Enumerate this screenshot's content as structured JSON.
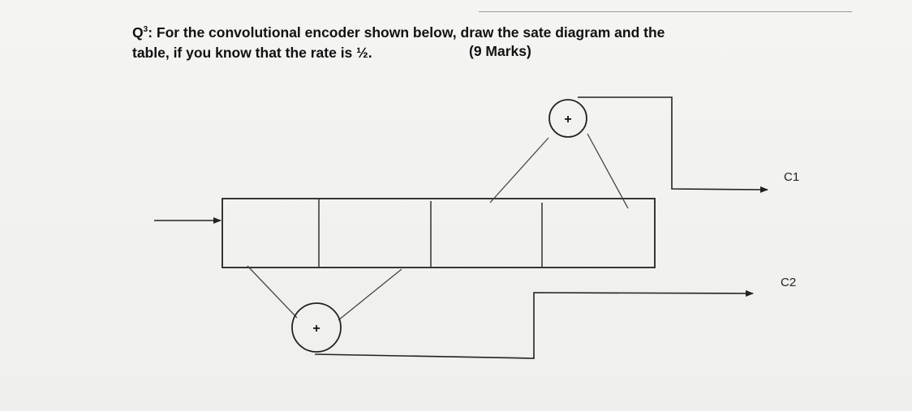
{
  "question": {
    "label": "Q",
    "superscript": "3",
    "line1_rest": ": For the convolutional encoder shown below, draw the sate diagram and the",
    "line2": "table,  if you know that the rate is ½.",
    "marks": "(9 Marks)"
  },
  "diagram": {
    "register_cells": 4,
    "adder_symbol": "+",
    "outputs": [
      "C1",
      "C2"
    ]
  }
}
